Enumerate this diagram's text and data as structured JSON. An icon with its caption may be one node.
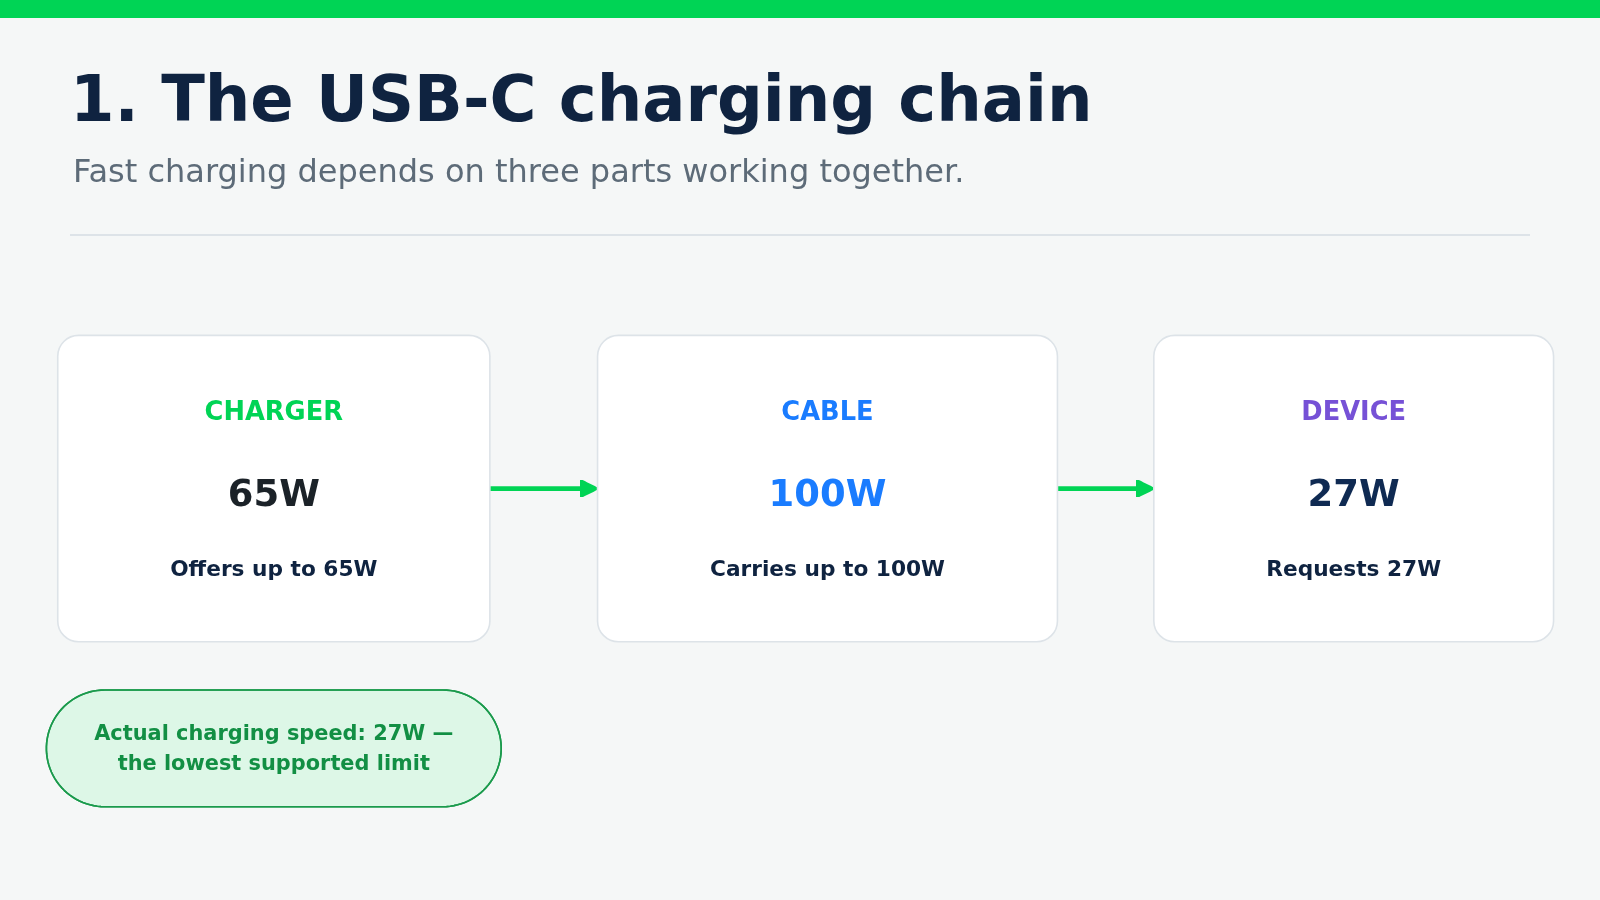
{
  "diagram": {
    "title": "1. The USB-C charging chain",
    "nodes": [
      {
        "text": [
          "CHARGER",
          "65W",
          "Offers up to 65W"
        ]
      },
      {
        "text": [
          "CABLE",
          "100W",
          "Carries up to 100W"
        ]
      },
      {
        "text": [
          "DEVICE",
          "27W",
          "Requests 27W"
        ]
      },
      {
        "text": [
          "Actual charging speed: 27W — the lowest supported limit"
        ]
      }
    ],
    "edges": [
      {
        "from": 0,
        "to": 1,
        "arrow": "to"
      },
      {
        "from": 1,
        "to": 2,
        "arrow": "to"
      }
    ],
    "labels": [
      "Fast charging depends on three parts working together."
    ]
  }
}
